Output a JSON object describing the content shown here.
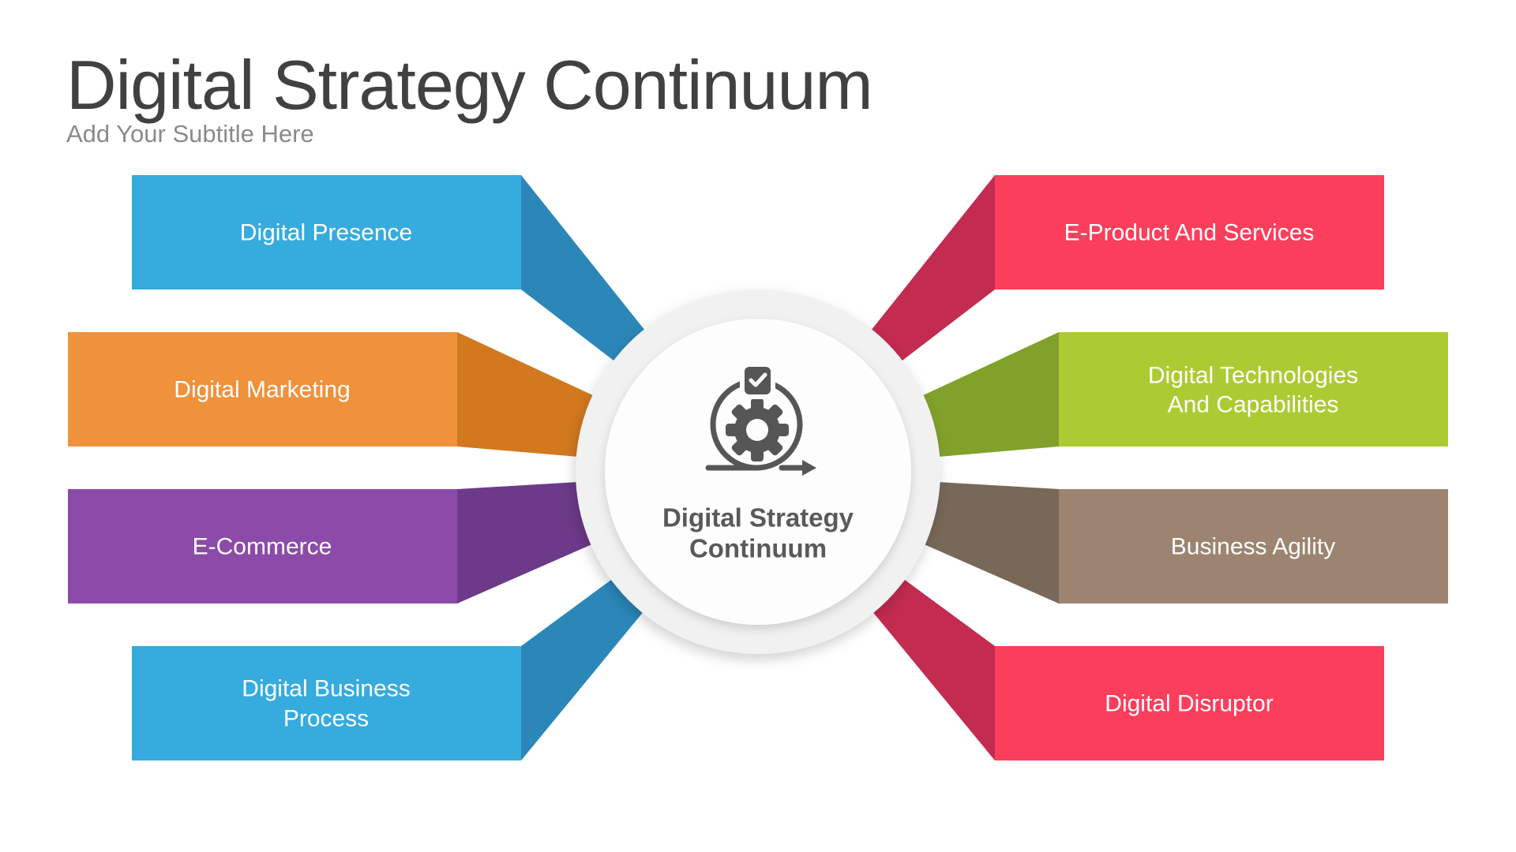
{
  "header": {
    "title": "Digital Strategy Continuum",
    "subtitle": "Add Your Subtitle Here"
  },
  "center": {
    "line1": "Digital Strategy",
    "line2": "Continuum",
    "icon": "agile-process-icon",
    "text_color": "#58595B",
    "ring_color": "#F1F1F2",
    "inner_color": "#FDFDFE",
    "icon_color": "#565656"
  },
  "banner_text_color": "#FFFFFF",
  "banners": {
    "left": [
      {
        "id": "digital-presence",
        "lines": [
          "Digital Presence"
        ],
        "color": "#36ABDE",
        "fold_color": "#2B87B8"
      },
      {
        "id": "digital-marketing",
        "lines": [
          "Digital Marketing"
        ],
        "color": "#F0913C",
        "fold_color": "#D2781F"
      },
      {
        "id": "e-commerce",
        "lines": [
          "E-Commerce"
        ],
        "color": "#8C4BA8",
        "fold_color": "#6D3A89"
      },
      {
        "id": "digital-business-process",
        "lines": [
          "Digital Business",
          "Process"
        ],
        "color": "#36ABDE",
        "fold_color": "#2B87B8"
      }
    ],
    "right": [
      {
        "id": "e-product-and-services",
        "lines": [
          "E-Product And Services"
        ],
        "color": "#FB3E5C",
        "fold_color": "#C32B50"
      },
      {
        "id": "digital-technologies-and-capabilities",
        "lines": [
          "Digital Technologies",
          "And Capabilities"
        ],
        "color": "#ACCB33",
        "fold_color": "#82A12A"
      },
      {
        "id": "business-agility",
        "lines": [
          "Business Agility"
        ],
        "color": "#9C8470",
        "fold_color": "#786858"
      },
      {
        "id": "digital-disruptor",
        "lines": [
          "Digital Disruptor"
        ],
        "color": "#FB3E5C",
        "fold_color": "#C32B50"
      }
    ]
  }
}
